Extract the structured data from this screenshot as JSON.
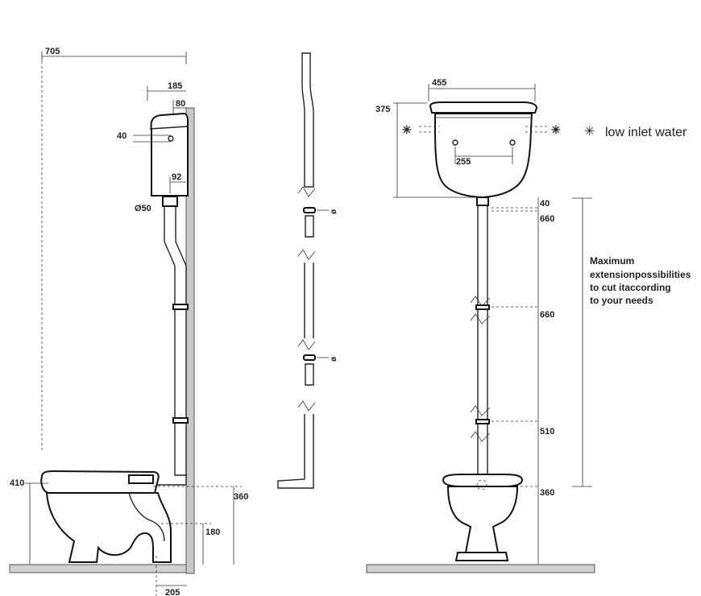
{
  "side_view": {
    "dim_height_total": "705",
    "dim_cistern_width": "185",
    "dim_cistern_top": "80",
    "dim_inlet": "40",
    "dim_pipe_offset": "92",
    "dim_pipe_diameter": "Ø50",
    "dim_seat_height": "410",
    "dim_outlet_height": "360",
    "dim_trap_height": "180",
    "dim_trap_offset": "205"
  },
  "pipe_view": {
    "clamp_label": "ø"
  },
  "front_view": {
    "dim_cistern_width": "455",
    "dim_cistern_height": "375",
    "dim_fixing_spacing": "255",
    "dim_segment_top": "40",
    "dim_segment_1": "660",
    "dim_segment_2": "660",
    "dim_segment_3": "510",
    "dim_base_height": "360",
    "inlet_marker": "✳"
  },
  "legend": {
    "symbol": "✳",
    "text": "low inlet water"
  },
  "note": {
    "line1": "Maximum",
    "line2": "extensionpossibilities",
    "line3": "to cut itaccording",
    "line4": "to your needs"
  }
}
